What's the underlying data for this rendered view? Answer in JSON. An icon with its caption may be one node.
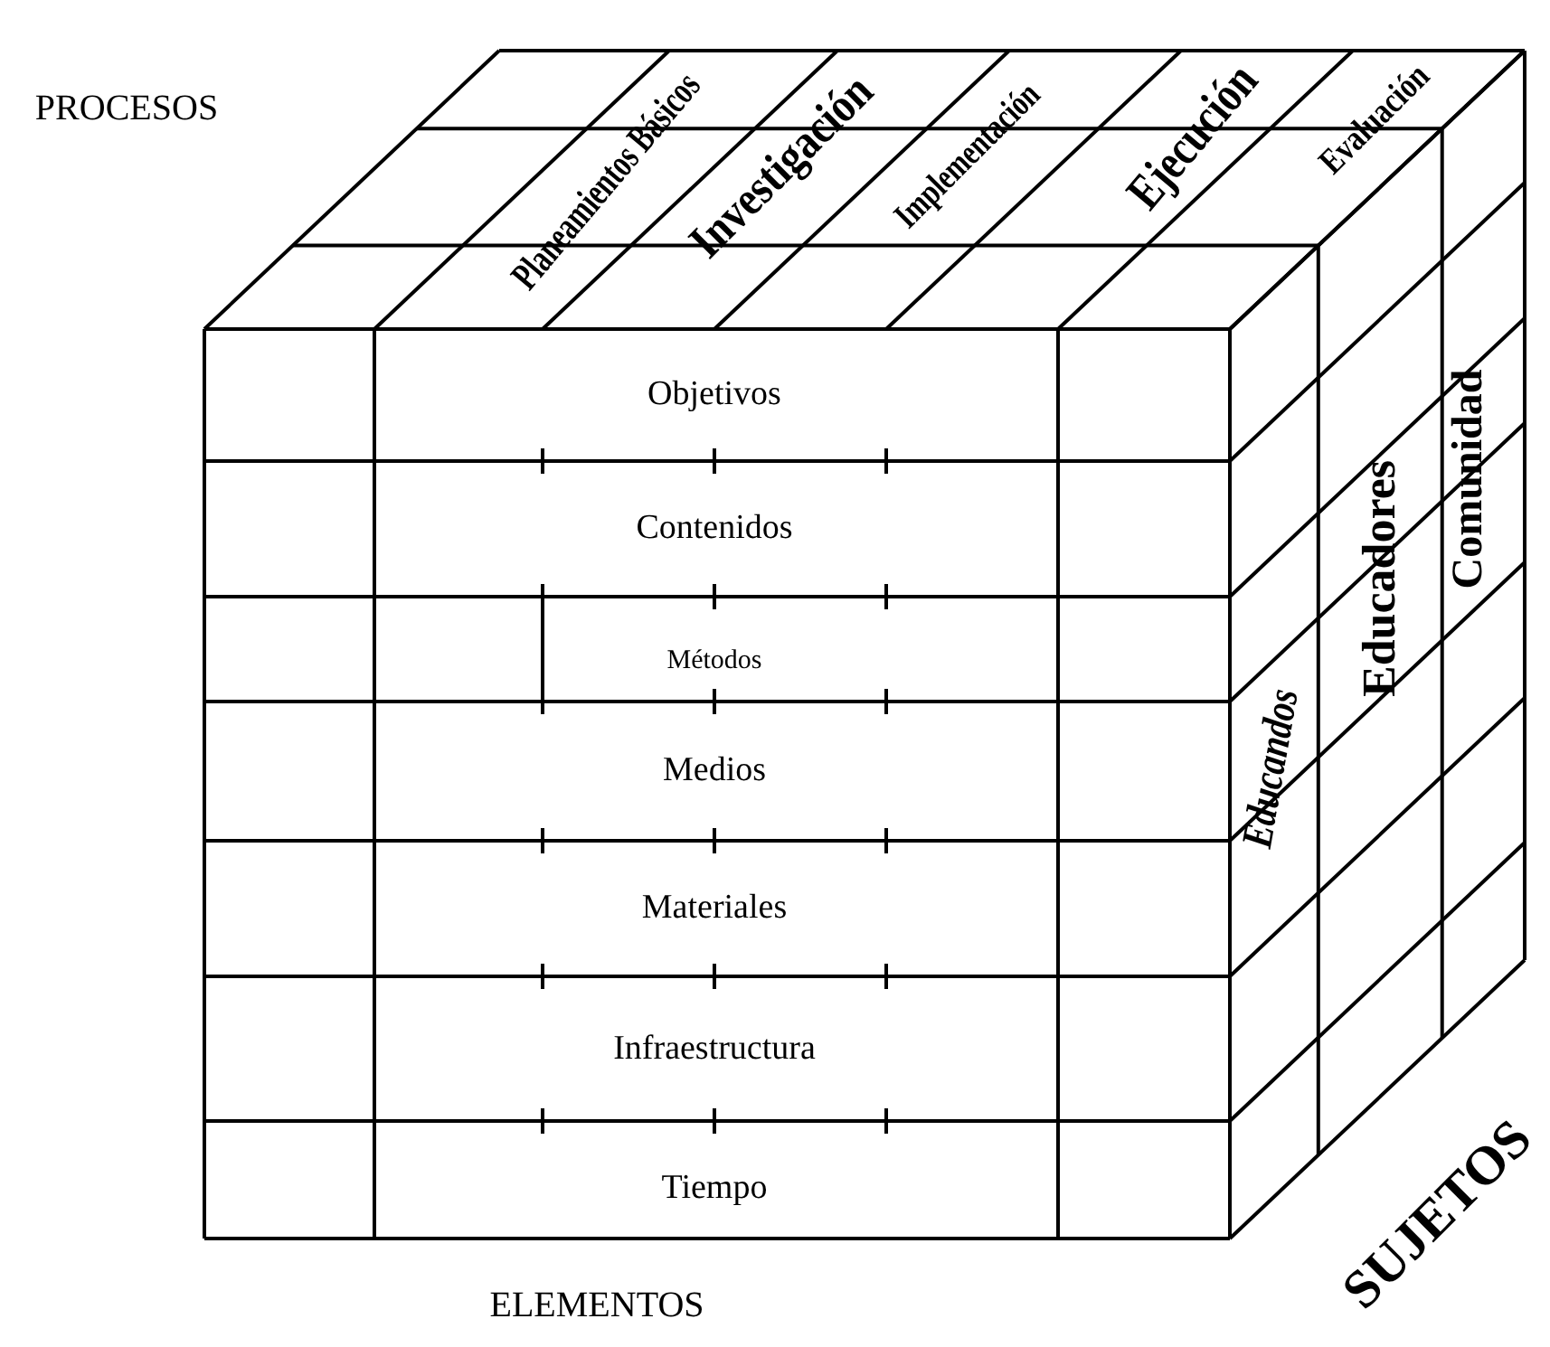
{
  "diagram": {
    "labels": [
      "PROCESOS",
      "Planeamientos Básicos",
      "Investigación",
      "Implementación",
      "Ejecución",
      "Evaluación",
      "Objetivos",
      "Contenidos",
      "Métodos",
      "Medios",
      "Materiales",
      "Infraestructura",
      "Tiempo",
      "Educandos",
      "Educadores",
      "Comunidad",
      "SUJETOS",
      "ELEMENTOS"
    ]
  }
}
